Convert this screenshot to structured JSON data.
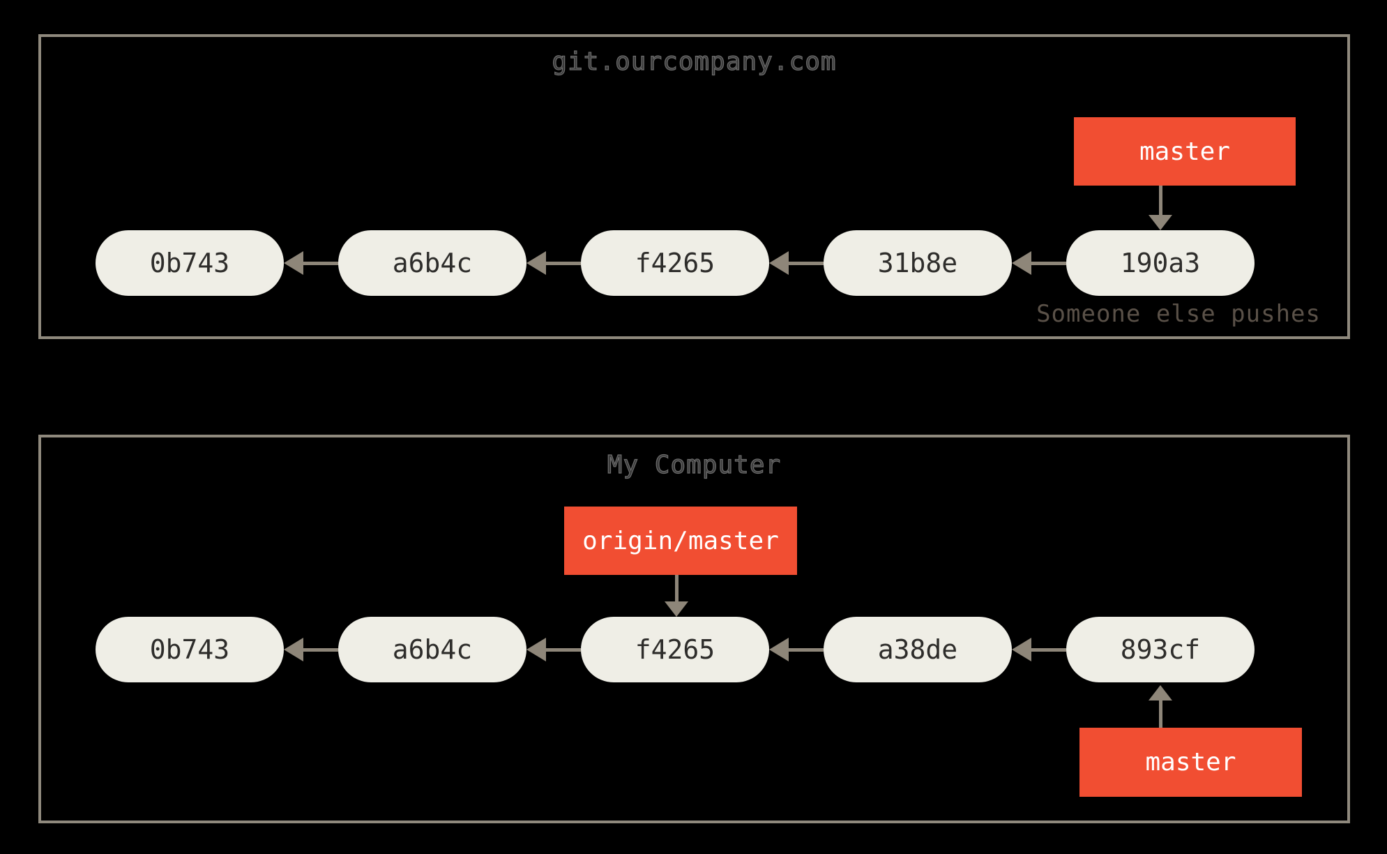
{
  "colors": {
    "background": "#000000",
    "box_border": "#8F897D",
    "commit_fill": "#EFEEE6",
    "commit_text": "#2E2D2B",
    "branch_fill": "#F14E32",
    "branch_text": "#FFFFFF",
    "arrow": "#8E8679",
    "title_text": "#6D6D6D",
    "note_text": "#5A5148"
  },
  "remote": {
    "title": "git.ourcompany.com",
    "note": "Someone else pushes",
    "branch_label": "master",
    "commits": [
      "0b743",
      "a6b4c",
      "f4265",
      "31b8e",
      "190a3"
    ]
  },
  "local": {
    "title": "My Computer",
    "remote_tracking_label": "origin/master",
    "branch_label": "master",
    "commits": [
      "0b743",
      "a6b4c",
      "f4265",
      "a38de",
      "893cf"
    ]
  }
}
